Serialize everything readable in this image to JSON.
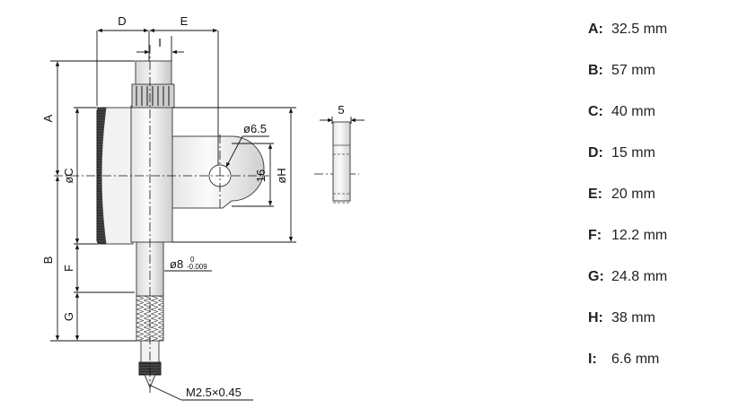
{
  "drawing": {
    "labels": {
      "A": "A",
      "B": "B",
      "C": "øC",
      "D": "D",
      "E": "E",
      "F": "F",
      "G": "G",
      "H": "øH",
      "I": "I",
      "hole": "ø6.5",
      "lug_height": "16",
      "lug_width": "5",
      "stem_dia": "ø8",
      "stem_tol_upper": "0",
      "stem_tol_lower": "-0.009",
      "thread": "M2.5×0.45"
    }
  },
  "specs": [
    {
      "key": "A:",
      "value": "32.5 mm"
    },
    {
      "key": "B:",
      "value": "57 mm"
    },
    {
      "key": "C:",
      "value": "40 mm"
    },
    {
      "key": "D:",
      "value": "15 mm"
    },
    {
      "key": "E:",
      "value": "20 mm"
    },
    {
      "key": "F:",
      "value": "12.2 mm"
    },
    {
      "key": "G:",
      "value": "24.8 mm"
    },
    {
      "key": "H:",
      "value": "38 mm"
    },
    {
      "key": "I:",
      "value": "6.6 mm"
    }
  ]
}
